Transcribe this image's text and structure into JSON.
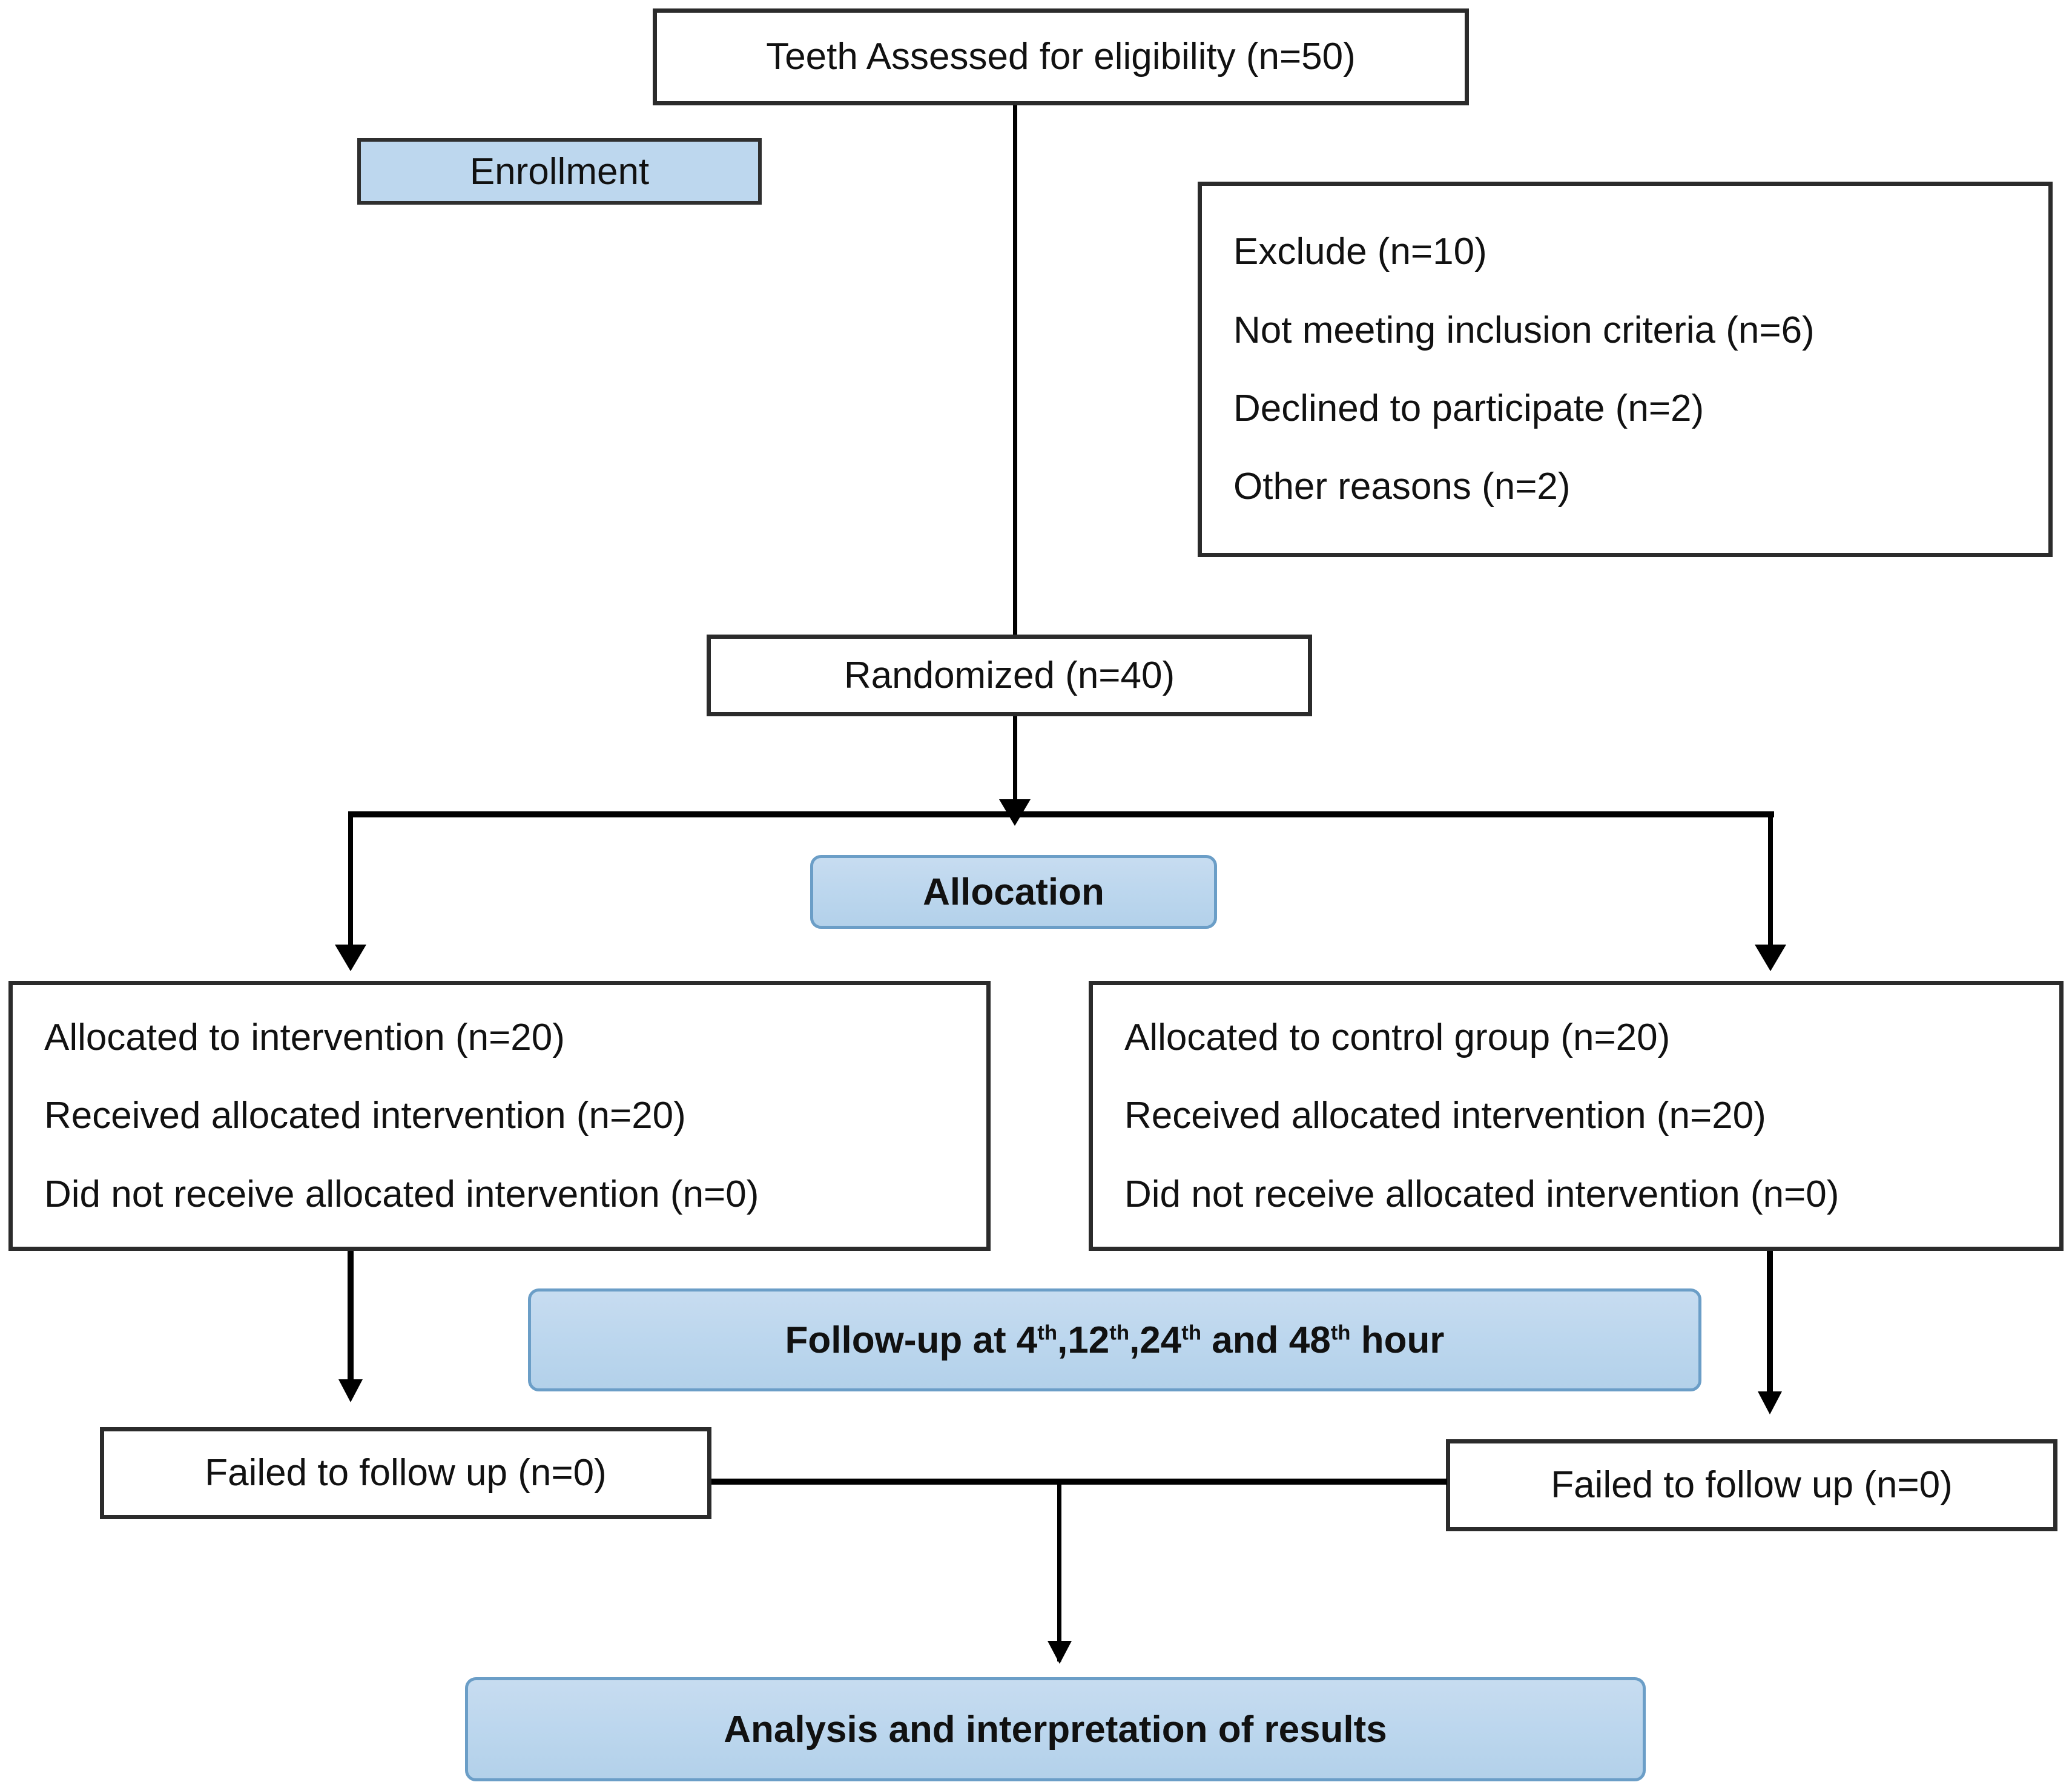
{
  "diagram": {
    "title": "CONSORT participant flow diagram",
    "accent_blue": "#BDD7EE",
    "border_dark": "#2B2B2B",
    "border_blue": "#6B9EC7"
  },
  "nodes": {
    "assessed": {
      "text": "Teeth Assessed for eligibility (n=50)"
    },
    "enrollment_label": {
      "text": "Enrollment"
    },
    "excluded": {
      "lines": [
        "Exclude (n=10)",
        "Not meeting inclusion criteria (n=6)",
        "Declined to participate (n=2)",
        "Other reasons (n=2)"
      ]
    },
    "randomized": {
      "text": "Randomized (n=40)"
    },
    "allocation_label": {
      "text": "Allocation"
    },
    "allocated_intervention": {
      "lines": [
        "Allocated to intervention (n=20)",
        "Received allocated intervention (n=20)",
        "Did not receive allocated intervention (n=0)"
      ]
    },
    "allocated_control": {
      "lines": [
        "Allocated to control group (n=20)",
        "Received allocated intervention (n=20)",
        "Did not receive allocated intervention (n=0)"
      ]
    },
    "followup_label": {
      "prefix": "Follow-up at 4",
      "ord1": "th",
      "mid1": ",12",
      "ord2": "th",
      "mid2": ",24",
      "ord3": "th",
      "mid3": " and 48",
      "ord4": "th",
      "suffix": " hour"
    },
    "failed_left": {
      "text": "Failed to follow up (n=0)"
    },
    "failed_right": {
      "text": "Failed to follow up (n=0)"
    },
    "analysis_label": {
      "text": "Analysis and interpretation of results"
    }
  }
}
